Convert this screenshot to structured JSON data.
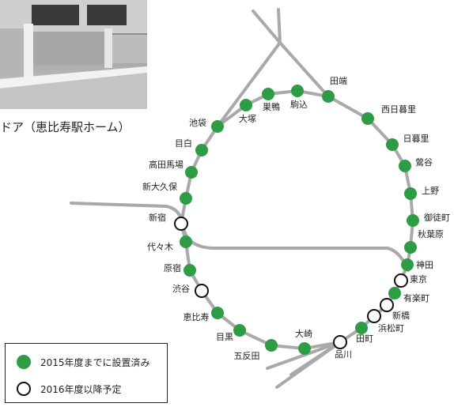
{
  "colors": {
    "track": "#a9a9a9",
    "installed": "#2e9b45",
    "planned_fill": "#ffffff",
    "planned_stroke": "#111111"
  },
  "photo": {
    "caption": "ドア（恵比寿駅ホーム）"
  },
  "legend": {
    "installed_label": "2015年度までに設置済み",
    "planned_label": "2016年度以降予定"
  },
  "stations": [
    {
      "name": "田端",
      "status": "installed"
    },
    {
      "name": "西日暮里",
      "status": "installed"
    },
    {
      "name": "日暮里",
      "status": "installed"
    },
    {
      "name": "鶯谷",
      "status": "installed"
    },
    {
      "name": "上野",
      "status": "installed"
    },
    {
      "name": "御徒町",
      "status": "installed"
    },
    {
      "name": "秋葉原",
      "status": "installed"
    },
    {
      "name": "神田",
      "status": "installed"
    },
    {
      "name": "東京",
      "status": "planned"
    },
    {
      "name": "有楽町",
      "status": "installed"
    },
    {
      "name": "新橋",
      "status": "planned"
    },
    {
      "name": "浜松町",
      "status": "planned"
    },
    {
      "name": "田町",
      "status": "installed"
    },
    {
      "name": "品川",
      "status": "planned"
    },
    {
      "name": "大崎",
      "status": "installed"
    },
    {
      "name": "五反田",
      "status": "installed"
    },
    {
      "name": "目黒",
      "status": "installed"
    },
    {
      "name": "恵比寿",
      "status": "installed"
    },
    {
      "name": "渋谷",
      "status": "planned"
    },
    {
      "name": "原宿",
      "status": "installed"
    },
    {
      "name": "代々木",
      "status": "installed"
    },
    {
      "name": "新宿",
      "status": "planned"
    },
    {
      "name": "新大久保",
      "status": "installed"
    },
    {
      "name": "高田馬場",
      "status": "installed"
    },
    {
      "name": "目白",
      "status": "installed"
    },
    {
      "name": "池袋",
      "status": "installed"
    },
    {
      "name": "大塚",
      "status": "installed"
    },
    {
      "name": "巣鴨",
      "status": "installed"
    },
    {
      "name": "駒込",
      "status": "installed"
    }
  ]
}
